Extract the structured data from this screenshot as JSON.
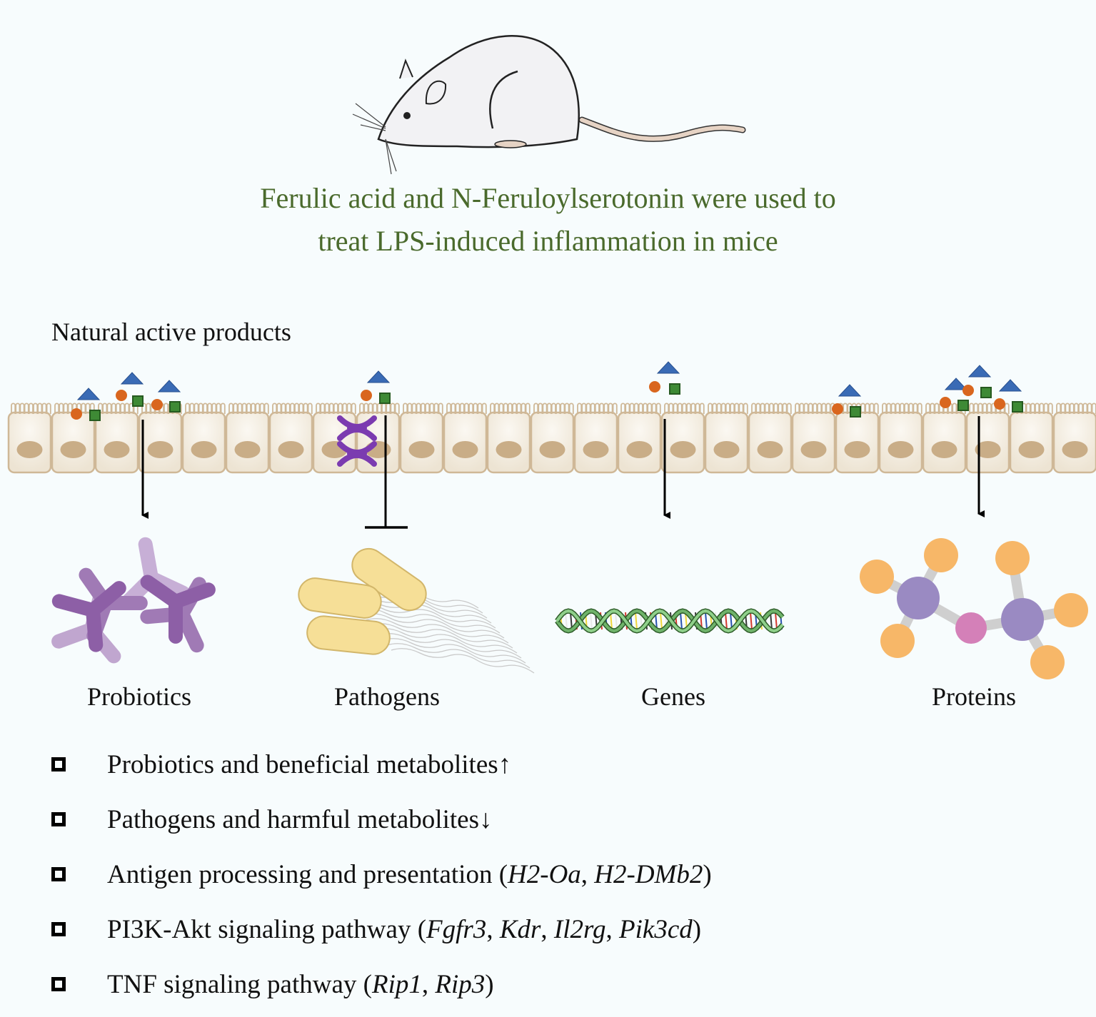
{
  "title": {
    "line1": "Ferulic acid and N-Feruloylserotonin were used to",
    "line2": "treat LPS-induced inflammation in mice",
    "color": "#4a6a2c"
  },
  "section_label": "Natural active products",
  "colors": {
    "background": "#f7fcfd",
    "cell_fill": "#ede4d3",
    "cell_border": "#cfb897",
    "nucleus": "#c9ad87",
    "triangle": "#3a6bb5",
    "circle": "#d9661e",
    "square": "#3e8a35",
    "receptor": "#7b3bb0",
    "probiotic": "#9e6fb0",
    "pathogen": "#f6df97",
    "protein_node": "#9a8ac2",
    "protein_center": "#d480b8",
    "protein_leaf": "#f7b768",
    "dna": "#6fb36a"
  },
  "targets": [
    {
      "label": "Probiotics",
      "effect": "promote",
      "icon": "probiotics-icon"
    },
    {
      "label": "Pathogens",
      "effect": "inhibit",
      "icon": "pathogens-icon"
    },
    {
      "label": "Genes",
      "effect": "promote",
      "icon": "dna-icon"
    },
    {
      "label": "Proteins",
      "effect": "promote",
      "icon": "protein-icon"
    }
  ],
  "legend": [
    {
      "text": "Probiotics and beneficial metabolites",
      "suffix": "↑",
      "genes": []
    },
    {
      "text": "Pathogens and harmful metabolites",
      "suffix": "↓",
      "genes": []
    },
    {
      "text": "Antigen processing and presentation",
      "suffix": "",
      "genes": [
        "H2-Oa",
        "H2-DMb2"
      ]
    },
    {
      "text": "PI3K-Akt signaling pathway",
      "suffix": "",
      "genes": [
        "Fgfr3",
        "Kdr",
        "Il2rg",
        "Pik3cd"
      ]
    },
    {
      "text": "TNF signaling pathway",
      "suffix": "",
      "genes": [
        "Rip1",
        "Rip3"
      ]
    }
  ]
}
